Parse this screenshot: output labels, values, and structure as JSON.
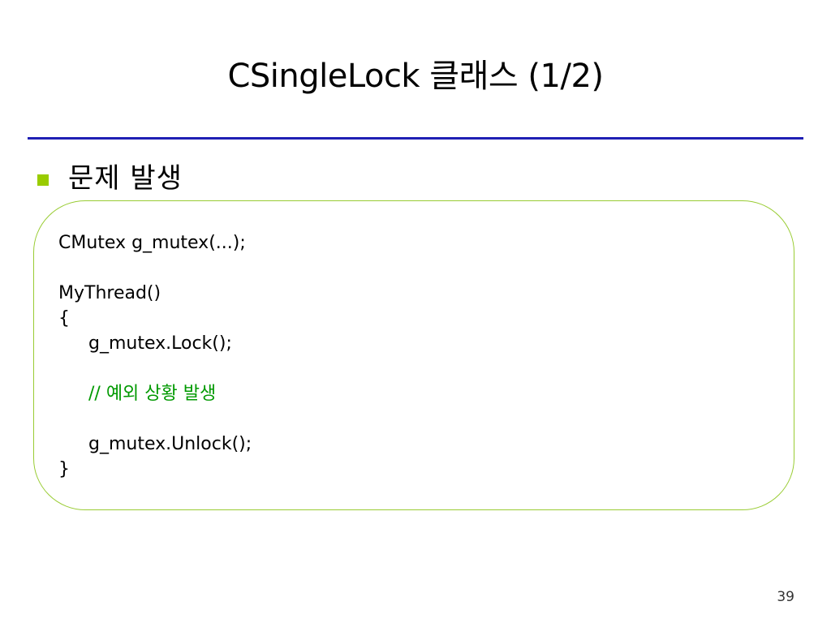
{
  "slide": {
    "title": "CSingleLock 클래스 (1/2)",
    "page_number": "39"
  },
  "bullet": {
    "text": "문제 발생"
  },
  "code": {
    "lines": [
      "CMutex g_mutex(...);",
      "",
      "MyThread()",
      "{",
      "g_mutex.Lock();",
      "",
      "// 예외 상황 발생",
      "",
      "g_mutex.Unlock();",
      "}"
    ]
  },
  "colors": {
    "title_rule": "#1f1fb4",
    "bullet": "#99cc00",
    "box_border": "#99cc33",
    "comment": "#009900"
  }
}
